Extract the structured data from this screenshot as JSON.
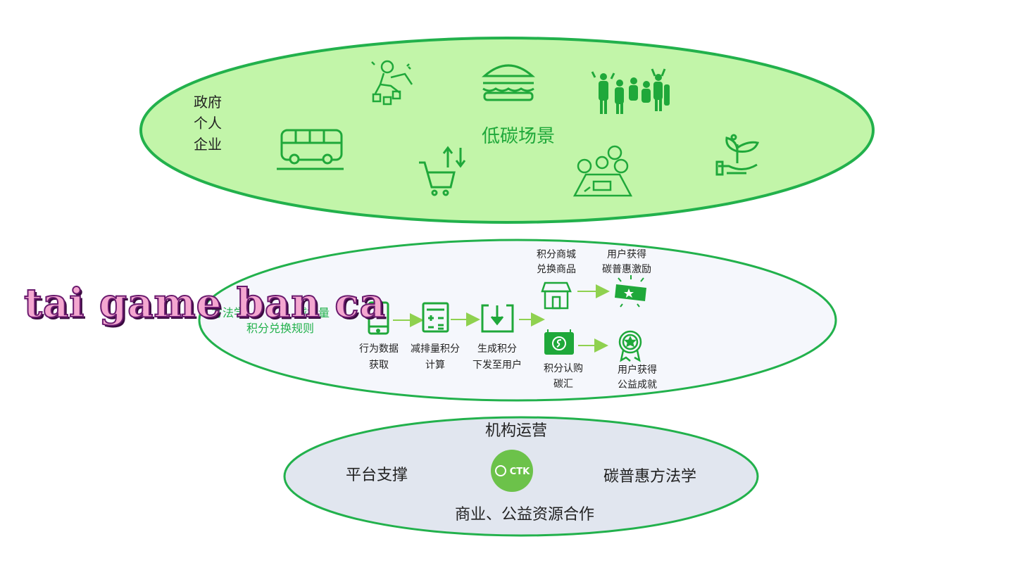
{
  "colors": {
    "accent": "#22b14c",
    "icon": "#1fa83a",
    "ellipse_top_fill": "#c2f5a9",
    "ellipse_mid_fill": "#f5f7fc",
    "ellipse_bottom_fill": "#e1e6ef",
    "arrow": "#8fd14f",
    "overlay_text": "#f4a7d0"
  },
  "top": {
    "actors": [
      "政府",
      "个人",
      "企业"
    ],
    "title": "低碳场景",
    "icons": [
      "bus-icon",
      "person-cubes-icon",
      "shopping-cart-icon",
      "burger-icon",
      "crowd-icon",
      "meeting-icon",
      "plant-hand-icon"
    ]
  },
  "middle": {
    "left_lines": [
      "方法学",
      "减排量",
      "积分兑换规则"
    ],
    "steps": [
      "行为数据\n获取",
      "减排量积分\n计算",
      "生成积分\n下发至用户"
    ],
    "branch_top": {
      "label": "积分商城\n兑换商品",
      "result": "用户获得\n碳普惠激励"
    },
    "branch_bottom": {
      "label": "积分认购\n碳汇",
      "result": "用户获得\n公益成就"
    }
  },
  "bottom": {
    "title": "机构运营",
    "left": "平台支撑",
    "right": "碳普惠方法学",
    "footer": "商业、公益资源合作",
    "logo": "CTK"
  },
  "overlay": {
    "text": "tai game ban ca"
  }
}
